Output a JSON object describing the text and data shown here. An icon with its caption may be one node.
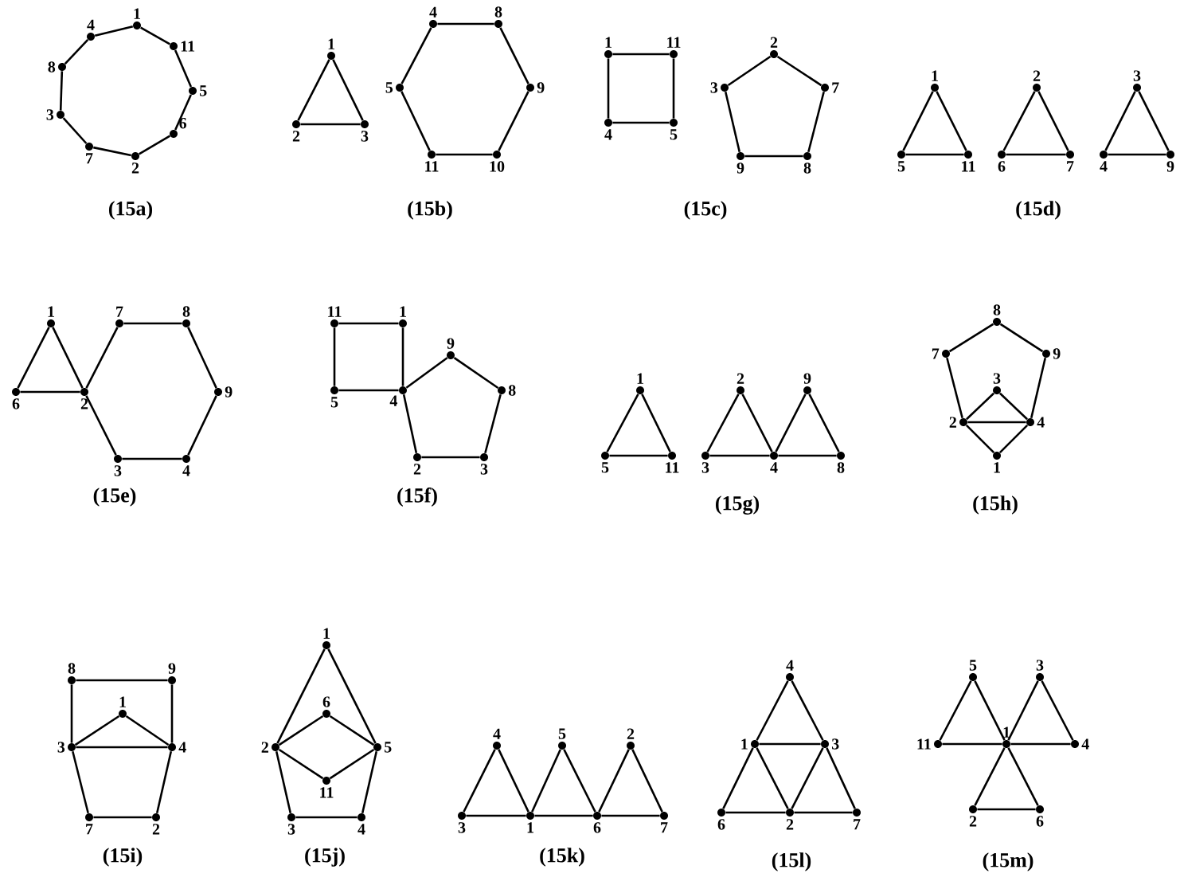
{
  "diagram": {
    "nodes": [
      {
        "text": [],
        "shape": "circle",
        "beside": [
          "1"
        ]
      },
      {
        "text": [],
        "shape": "circle",
        "beside": [
          "11"
        ]
      },
      {
        "text": [],
        "shape": "circle",
        "beside": [
          "5"
        ]
      },
      {
        "text": [],
        "shape": "circle",
        "beside": [
          "6"
        ]
      },
      {
        "text": [],
        "shape": "circle",
        "beside": [
          "2"
        ]
      },
      {
        "text": [],
        "shape": "circle",
        "beside": [
          "7"
        ]
      },
      {
        "text": [],
        "shape": "circle",
        "beside": [
          "3"
        ]
      },
      {
        "text": [],
        "shape": "circle",
        "beside": [
          "8"
        ]
      },
      {
        "text": [],
        "shape": "circle",
        "beside": [
          "4"
        ]
      },
      {
        "text": [],
        "shape": "circle",
        "beside": [
          "1"
        ]
      },
      {
        "text": [],
        "shape": "circle",
        "beside": [
          "2"
        ]
      },
      {
        "text": [],
        "shape": "circle",
        "beside": [
          "3"
        ]
      },
      {
        "text": [],
        "shape": "circle",
        "beside": [
          "4"
        ]
      },
      {
        "text": [],
        "shape": "circle",
        "beside": [
          "8"
        ]
      },
      {
        "text": [],
        "shape": "circle",
        "beside": [
          "9"
        ]
      },
      {
        "text": [],
        "shape": "circle",
        "beside": [
          "10"
        ]
      },
      {
        "text": [],
        "shape": "circle",
        "beside": [
          "11"
        ]
      },
      {
        "text": [],
        "shape": "circle",
        "beside": [
          "5"
        ]
      },
      {
        "text": [],
        "shape": "circle",
        "beside": [
          "1"
        ]
      },
      {
        "text": [],
        "shape": "circle",
        "beside": [
          "11"
        ]
      },
      {
        "text": [],
        "shape": "circle",
        "beside": [
          "5"
        ]
      },
      {
        "text": [],
        "shape": "circle",
        "beside": [
          "4"
        ]
      },
      {
        "text": [],
        "shape": "circle",
        "beside": [
          "2"
        ]
      },
      {
        "text": [],
        "shape": "circle",
        "beside": [
          "7"
        ]
      },
      {
        "text": [],
        "shape": "circle",
        "beside": [
          "8"
        ]
      },
      {
        "text": [],
        "shape": "circle",
        "beside": [
          "9"
        ]
      },
      {
        "text": [],
        "shape": "circle",
        "beside": [
          "3"
        ]
      },
      {
        "text": [],
        "shape": "circle",
        "beside": [
          "1"
        ]
      },
      {
        "text": [],
        "shape": "circle",
        "beside": [
          "5"
        ]
      },
      {
        "text": [],
        "shape": "circle",
        "beside": [
          "11"
        ]
      },
      {
        "text": [],
        "shape": "circle",
        "beside": [
          "2"
        ]
      },
      {
        "text": [],
        "shape": "circle",
        "beside": [
          "6"
        ]
      },
      {
        "text": [],
        "shape": "circle",
        "beside": [
          "7"
        ]
      },
      {
        "text": [],
        "shape": "circle",
        "beside": [
          "3"
        ]
      },
      {
        "text": [],
        "shape": "circle",
        "beside": [
          "4"
        ]
      },
      {
        "text": [],
        "shape": "circle",
        "beside": [
          "9"
        ]
      },
      {
        "text": [],
        "shape": "circle",
        "beside": [
          "1"
        ]
      },
      {
        "text": [],
        "shape": "circle",
        "beside": [
          "6"
        ]
      },
      {
        "text": [],
        "shape": "circle",
        "beside": [
          "2"
        ]
      },
      {
        "text": [],
        "shape": "circle",
        "beside": [
          "7"
        ]
      },
      {
        "text": [],
        "shape": "circle",
        "beside": [
          "8"
        ]
      },
      {
        "text": [],
        "shape": "circle",
        "beside": [
          "9"
        ]
      },
      {
        "text": [],
        "shape": "circle",
        "beside": [
          "4"
        ]
      },
      {
        "text": [],
        "shape": "circle",
        "beside": [
          "3"
        ]
      },
      {
        "text": [],
        "shape": "circle",
        "beside": [
          "11"
        ]
      },
      {
        "text": [],
        "shape": "circle",
        "beside": [
          "1"
        ]
      },
      {
        "text": [],
        "shape": "circle",
        "beside": [
          "5"
        ]
      },
      {
        "text": [],
        "shape": "circle",
        "beside": [
          "4"
        ]
      },
      {
        "text": [],
        "shape": "circle",
        "beside": [
          "9"
        ]
      },
      {
        "text": [],
        "shape": "circle",
        "beside": [
          "8"
        ]
      },
      {
        "text": [],
        "shape": "circle",
        "beside": [
          "3"
        ]
      },
      {
        "text": [],
        "shape": "circle",
        "beside": [
          "2"
        ]
      },
      {
        "text": [],
        "shape": "circle",
        "beside": [
          "1"
        ]
      },
      {
        "text": [],
        "shape": "circle",
        "beside": [
          "5"
        ]
      },
      {
        "text": [],
        "shape": "circle",
        "beside": [
          "11"
        ]
      },
      {
        "text": [],
        "shape": "circle",
        "beside": [
          "2"
        ]
      },
      {
        "text": [],
        "shape": "circle",
        "beside": [
          "3"
        ]
      },
      {
        "text": [],
        "shape": "circle",
        "beside": [
          "4"
        ]
      },
      {
        "text": [],
        "shape": "circle",
        "beside": [
          "9"
        ]
      },
      {
        "text": [],
        "shape": "circle",
        "beside": [
          "8"
        ]
      },
      {
        "text": [],
        "shape": "circle",
        "beside": [
          "8"
        ]
      },
      {
        "text": [],
        "shape": "circle",
        "beside": [
          "7"
        ]
      },
      {
        "text": [],
        "shape": "circle",
        "beside": [
          "9"
        ]
      },
      {
        "text": [],
        "shape": "circle",
        "beside": [
          "3"
        ]
      },
      {
        "text": [],
        "shape": "circle",
        "beside": [
          "2"
        ]
      },
      {
        "text": [],
        "shape": "circle",
        "beside": [
          "4"
        ]
      },
      {
        "text": [],
        "shape": "circle",
        "beside": [
          "1"
        ]
      },
      {
        "text": [],
        "shape": "circle",
        "beside": [
          "8"
        ]
      },
      {
        "text": [],
        "shape": "circle",
        "beside": [
          "9"
        ]
      },
      {
        "text": [],
        "shape": "circle",
        "beside": [
          "1"
        ]
      },
      {
        "text": [],
        "shape": "circle",
        "beside": [
          "3"
        ]
      },
      {
        "text": [],
        "shape": "circle",
        "beside": [
          "4"
        ]
      },
      {
        "text": [],
        "shape": "circle",
        "beside": [
          "7"
        ]
      },
      {
        "text": [],
        "shape": "circle",
        "beside": [
          "2"
        ]
      },
      {
        "text": [],
        "shape": "circle",
        "beside": [
          "1"
        ]
      },
      {
        "text": [],
        "shape": "circle",
        "beside": [
          "6"
        ]
      },
      {
        "text": [],
        "shape": "circle",
        "beside": [
          "2"
        ]
      },
      {
        "text": [],
        "shape": "circle",
        "beside": [
          "5"
        ]
      },
      {
        "text": [],
        "shape": "circle",
        "beside": [
          "11"
        ]
      },
      {
        "text": [],
        "shape": "circle",
        "beside": [
          "3"
        ]
      },
      {
        "text": [],
        "shape": "circle",
        "beside": [
          "4"
        ]
      },
      {
        "text": [],
        "shape": "circle",
        "beside": [
          "4"
        ]
      },
      {
        "text": [],
        "shape": "circle",
        "beside": [
          "3"
        ]
      },
      {
        "text": [],
        "shape": "circle",
        "beside": [
          "1"
        ]
      },
      {
        "text": [],
        "shape": "circle",
        "beside": [
          "5"
        ]
      },
      {
        "text": [],
        "shape": "circle",
        "beside": [
          "6"
        ]
      },
      {
        "text": [],
        "shape": "circle",
        "beside": [
          "2"
        ]
      },
      {
        "text": [],
        "shape": "circle",
        "beside": [
          "7"
        ]
      },
      {
        "text": [],
        "shape": "circle",
        "beside": [
          "4"
        ]
      },
      {
        "text": [],
        "shape": "circle",
        "beside": [
          "1"
        ]
      },
      {
        "text": [],
        "shape": "circle",
        "beside": [
          "3"
        ]
      },
      {
        "text": [],
        "shape": "circle",
        "beside": [
          "6"
        ]
      },
      {
        "text": [],
        "shape": "circle",
        "beside": [
          "2"
        ]
      },
      {
        "text": [],
        "shape": "circle",
        "beside": [
          "7"
        ]
      },
      {
        "text": [],
        "shape": "circle",
        "beside": [
          "5"
        ]
      },
      {
        "text": [],
        "shape": "circle",
        "beside": [
          "3"
        ]
      },
      {
        "text": [],
        "shape": "circle",
        "beside": [
          "11"
        ]
      },
      {
        "text": [],
        "shape": "circle",
        "beside": [
          "1"
        ]
      },
      {
        "text": [],
        "shape": "circle",
        "beside": [
          "4"
        ]
      },
      {
        "text": [],
        "shape": "circle",
        "beside": [
          "2"
        ]
      },
      {
        "text": [],
        "shape": "circle",
        "beside": [
          "6"
        ]
      }
    ],
    "edges": [
      {
        "from": 0,
        "to": 1,
        "arrow": "none"
      },
      {
        "from": 1,
        "to": 2,
        "arrow": "none"
      },
      {
        "from": 2,
        "to": 3,
        "arrow": "none"
      },
      {
        "from": 3,
        "to": 4,
        "arrow": "none"
      },
      {
        "from": 4,
        "to": 5,
        "arrow": "none"
      },
      {
        "from": 5,
        "to": 6,
        "arrow": "none"
      },
      {
        "from": 6,
        "to": 7,
        "arrow": "none"
      },
      {
        "from": 7,
        "to": 8,
        "arrow": "none"
      },
      {
        "from": 8,
        "to": 0,
        "arrow": "none"
      },
      {
        "from": 9,
        "to": 10,
        "arrow": "none"
      },
      {
        "from": 9,
        "to": 11,
        "arrow": "none"
      },
      {
        "from": 10,
        "to": 11,
        "arrow": "none"
      },
      {
        "from": 12,
        "to": 13,
        "arrow": "none"
      },
      {
        "from": 13,
        "to": 14,
        "arrow": "none"
      },
      {
        "from": 14,
        "to": 15,
        "arrow": "none"
      },
      {
        "from": 15,
        "to": 16,
        "arrow": "none"
      },
      {
        "from": 16,
        "to": 17,
        "arrow": "none"
      },
      {
        "from": 17,
        "to": 12,
        "arrow": "none"
      },
      {
        "from": 18,
        "to": 19,
        "arrow": "none"
      },
      {
        "from": 19,
        "to": 20,
        "arrow": "none"
      },
      {
        "from": 20,
        "to": 21,
        "arrow": "none"
      },
      {
        "from": 21,
        "to": 18,
        "arrow": "none"
      },
      {
        "from": 22,
        "to": 23,
        "arrow": "none"
      },
      {
        "from": 23,
        "to": 24,
        "arrow": "none"
      },
      {
        "from": 24,
        "to": 25,
        "arrow": "none"
      },
      {
        "from": 25,
        "to": 26,
        "arrow": "none"
      },
      {
        "from": 26,
        "to": 22,
        "arrow": "none"
      },
      {
        "from": 27,
        "to": 28,
        "arrow": "none"
      },
      {
        "from": 27,
        "to": 29,
        "arrow": "none"
      },
      {
        "from": 28,
        "to": 29,
        "arrow": "none"
      },
      {
        "from": 30,
        "to": 31,
        "arrow": "none"
      },
      {
        "from": 30,
        "to": 32,
        "arrow": "none"
      },
      {
        "from": 31,
        "to": 32,
        "arrow": "none"
      },
      {
        "from": 33,
        "to": 34,
        "arrow": "none"
      },
      {
        "from": 33,
        "to": 35,
        "arrow": "none"
      },
      {
        "from": 34,
        "to": 35,
        "arrow": "none"
      },
      {
        "from": 36,
        "to": 37,
        "arrow": "none"
      },
      {
        "from": 36,
        "to": 38,
        "arrow": "none"
      },
      {
        "from": 37,
        "to": 38,
        "arrow": "none"
      },
      {
        "from": 38,
        "to": 39,
        "arrow": "none"
      },
      {
        "from": 39,
        "to": 40,
        "arrow": "none"
      },
      {
        "from": 40,
        "to": 41,
        "arrow": "none"
      },
      {
        "from": 41,
        "to": 42,
        "arrow": "none"
      },
      {
        "from": 42,
        "to": 43,
        "arrow": "none"
      },
      {
        "from": 43,
        "to": 38,
        "arrow": "none"
      },
      {
        "from": 44,
        "to": 45,
        "arrow": "none"
      },
      {
        "from": 45,
        "to": 47,
        "arrow": "none"
      },
      {
        "from": 47,
        "to": 46,
        "arrow": "none"
      },
      {
        "from": 46,
        "to": 44,
        "arrow": "none"
      },
      {
        "from": 47,
        "to": 48,
        "arrow": "none"
      },
      {
        "from": 48,
        "to": 49,
        "arrow": "none"
      },
      {
        "from": 49,
        "to": 50,
        "arrow": "none"
      },
      {
        "from": 50,
        "to": 51,
        "arrow": "none"
      },
      {
        "from": 51,
        "to": 47,
        "arrow": "none"
      },
      {
        "from": 52,
        "to": 53,
        "arrow": "none"
      },
      {
        "from": 52,
        "to": 54,
        "arrow": "none"
      },
      {
        "from": 53,
        "to": 54,
        "arrow": "none"
      },
      {
        "from": 55,
        "to": 56,
        "arrow": "none"
      },
      {
        "from": 55,
        "to": 57,
        "arrow": "none"
      },
      {
        "from": 56,
        "to": 57,
        "arrow": "none"
      },
      {
        "from": 58,
        "to": 57,
        "arrow": "none"
      },
      {
        "from": 58,
        "to": 59,
        "arrow": "none"
      },
      {
        "from": 57,
        "to": 59,
        "arrow": "none"
      },
      {
        "from": 60,
        "to": 61,
        "arrow": "none"
      },
      {
        "from": 60,
        "to": 62,
        "arrow": "none"
      },
      {
        "from": 61,
        "to": 64,
        "arrow": "none"
      },
      {
        "from": 62,
        "to": 65,
        "arrow": "none"
      },
      {
        "from": 63,
        "to": 64,
        "arrow": "none"
      },
      {
        "from": 63,
        "to": 65,
        "arrow": "none"
      },
      {
        "from": 64,
        "to": 65,
        "arrow": "none"
      },
      {
        "from": 64,
        "to": 66,
        "arrow": "none"
      },
      {
        "from": 65,
        "to": 66,
        "arrow": "none"
      },
      {
        "from": 67,
        "to": 68,
        "arrow": "none"
      },
      {
        "from": 67,
        "to": 70,
        "arrow": "none"
      },
      {
        "from": 68,
        "to": 71,
        "arrow": "none"
      },
      {
        "from": 69,
        "to": 70,
        "arrow": "none"
      },
      {
        "from": 69,
        "to": 71,
        "arrow": "none"
      },
      {
        "from": 70,
        "to": 71,
        "arrow": "none"
      },
      {
        "from": 70,
        "to": 72,
        "arrow": "none"
      },
      {
        "from": 71,
        "to": 73,
        "arrow": "none"
      },
      {
        "from": 72,
        "to": 73,
        "arrow": "none"
      },
      {
        "from": 74,
        "to": 76,
        "arrow": "none"
      },
      {
        "from": 74,
        "to": 77,
        "arrow": "none"
      },
      {
        "from": 75,
        "to": 76,
        "arrow": "none"
      },
      {
        "from": 75,
        "to": 77,
        "arrow": "none"
      },
      {
        "from": 78,
        "to": 76,
        "arrow": "none"
      },
      {
        "from": 78,
        "to": 77,
        "arrow": "none"
      },
      {
        "from": 76,
        "to": 79,
        "arrow": "none"
      },
      {
        "from": 77,
        "to": 80,
        "arrow": "none"
      },
      {
        "from": 79,
        "to": 80,
        "arrow": "none"
      },
      {
        "from": 81,
        "to": 82,
        "arrow": "none"
      },
      {
        "from": 81,
        "to": 83,
        "arrow": "none"
      },
      {
        "from": 82,
        "to": 83,
        "arrow": "none"
      },
      {
        "from": 84,
        "to": 83,
        "arrow": "none"
      },
      {
        "from": 84,
        "to": 85,
        "arrow": "none"
      },
      {
        "from": 83,
        "to": 85,
        "arrow": "none"
      },
      {
        "from": 86,
        "to": 85,
        "arrow": "none"
      },
      {
        "from": 86,
        "to": 87,
        "arrow": "none"
      },
      {
        "from": 85,
        "to": 87,
        "arrow": "none"
      },
      {
        "from": 88,
        "to": 89,
        "arrow": "none"
      },
      {
        "from": 88,
        "to": 90,
        "arrow": "none"
      },
      {
        "from": 89,
        "to": 90,
        "arrow": "none"
      },
      {
        "from": 89,
        "to": 91,
        "arrow": "none"
      },
      {
        "from": 89,
        "to": 92,
        "arrow": "none"
      },
      {
        "from": 90,
        "to": 92,
        "arrow": "none"
      },
      {
        "from": 90,
        "to": 93,
        "arrow": "none"
      },
      {
        "from": 91,
        "to": 92,
        "arrow": "none"
      },
      {
        "from": 92,
        "to": 93,
        "arrow": "none"
      },
      {
        "from": 94,
        "to": 96,
        "arrow": "none"
      },
      {
        "from": 94,
        "to": 97,
        "arrow": "none"
      },
      {
        "from": 96,
        "to": 97,
        "arrow": "none"
      },
      {
        "from": 95,
        "to": 97,
        "arrow": "none"
      },
      {
        "from": 95,
        "to": 98,
        "arrow": "none"
      },
      {
        "from": 97,
        "to": 98,
        "arrow": "none"
      },
      {
        "from": 97,
        "to": 99,
        "arrow": "none"
      },
      {
        "from": 97,
        "to": 100,
        "arrow": "none"
      },
      {
        "from": 99,
        "to": 100,
        "arrow": "none"
      }
    ],
    "labels": [
      "(15a)",
      "(15b)",
      "(15c)",
      "(15d)",
      "(15e)",
      "(15f)",
      "(15g)",
      "(15h)",
      "(15i)",
      "(15j)",
      "(15k)",
      "(15l)",
      "(15m)"
    ]
  }
}
